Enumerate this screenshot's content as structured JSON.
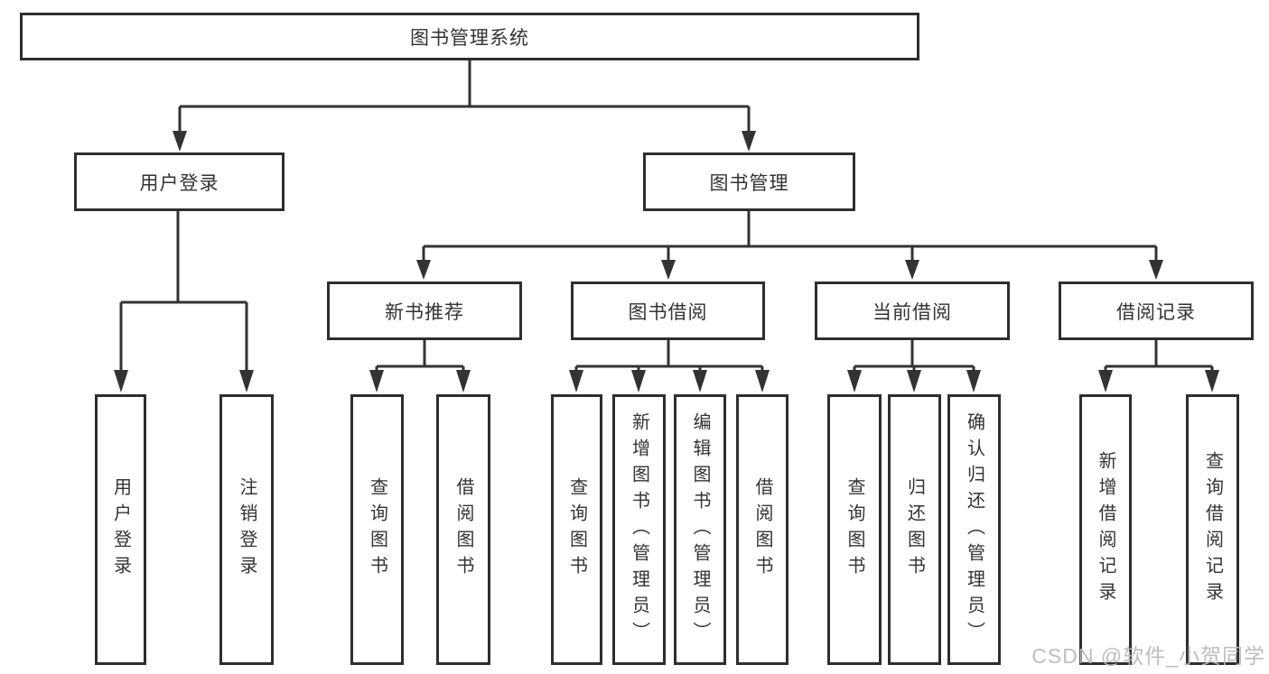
{
  "diagram": {
    "title": "图书管理系统",
    "watermark": "CSDN @软件_小贺同学",
    "colors": {
      "line": "#333333",
      "box_border": "#2e2e2e",
      "text": "#333333",
      "background": "#ffffff",
      "watermark": "#b9b9b9"
    },
    "nodes": {
      "root": {
        "label": "图书管理系统"
      },
      "user_login": {
        "label": "用户登录"
      },
      "book_mgmt": {
        "label": "图书管理"
      },
      "new_books": {
        "label": "新书推荐"
      },
      "book_borrow": {
        "label": "图书借阅"
      },
      "current_borrow": {
        "label": "当前借阅"
      },
      "borrow_records": {
        "label": "借阅记录"
      },
      "leaf_user_login": {
        "label": "用户登录"
      },
      "leaf_logout": {
        "label": "注销登录"
      },
      "leaf_search_book_1": {
        "label": "查询图书"
      },
      "leaf_borrow_book_1": {
        "label": "借阅图书"
      },
      "leaf_search_book_2": {
        "label": "查询图书"
      },
      "leaf_add_book": {
        "label": "新增图书（管理员）"
      },
      "leaf_edit_book": {
        "label": "编辑图书（管理员）"
      },
      "leaf_borrow_book_2": {
        "label": "借阅图书"
      },
      "leaf_search_book_3": {
        "label": "查询图书"
      },
      "leaf_return_book": {
        "label": "归还图书"
      },
      "leaf_confirm_return": {
        "label": "确认归还（管理员）"
      },
      "leaf_add_record": {
        "label": "新增借阅记录"
      },
      "leaf_search_record": {
        "label": "查询借阅记录"
      }
    }
  }
}
